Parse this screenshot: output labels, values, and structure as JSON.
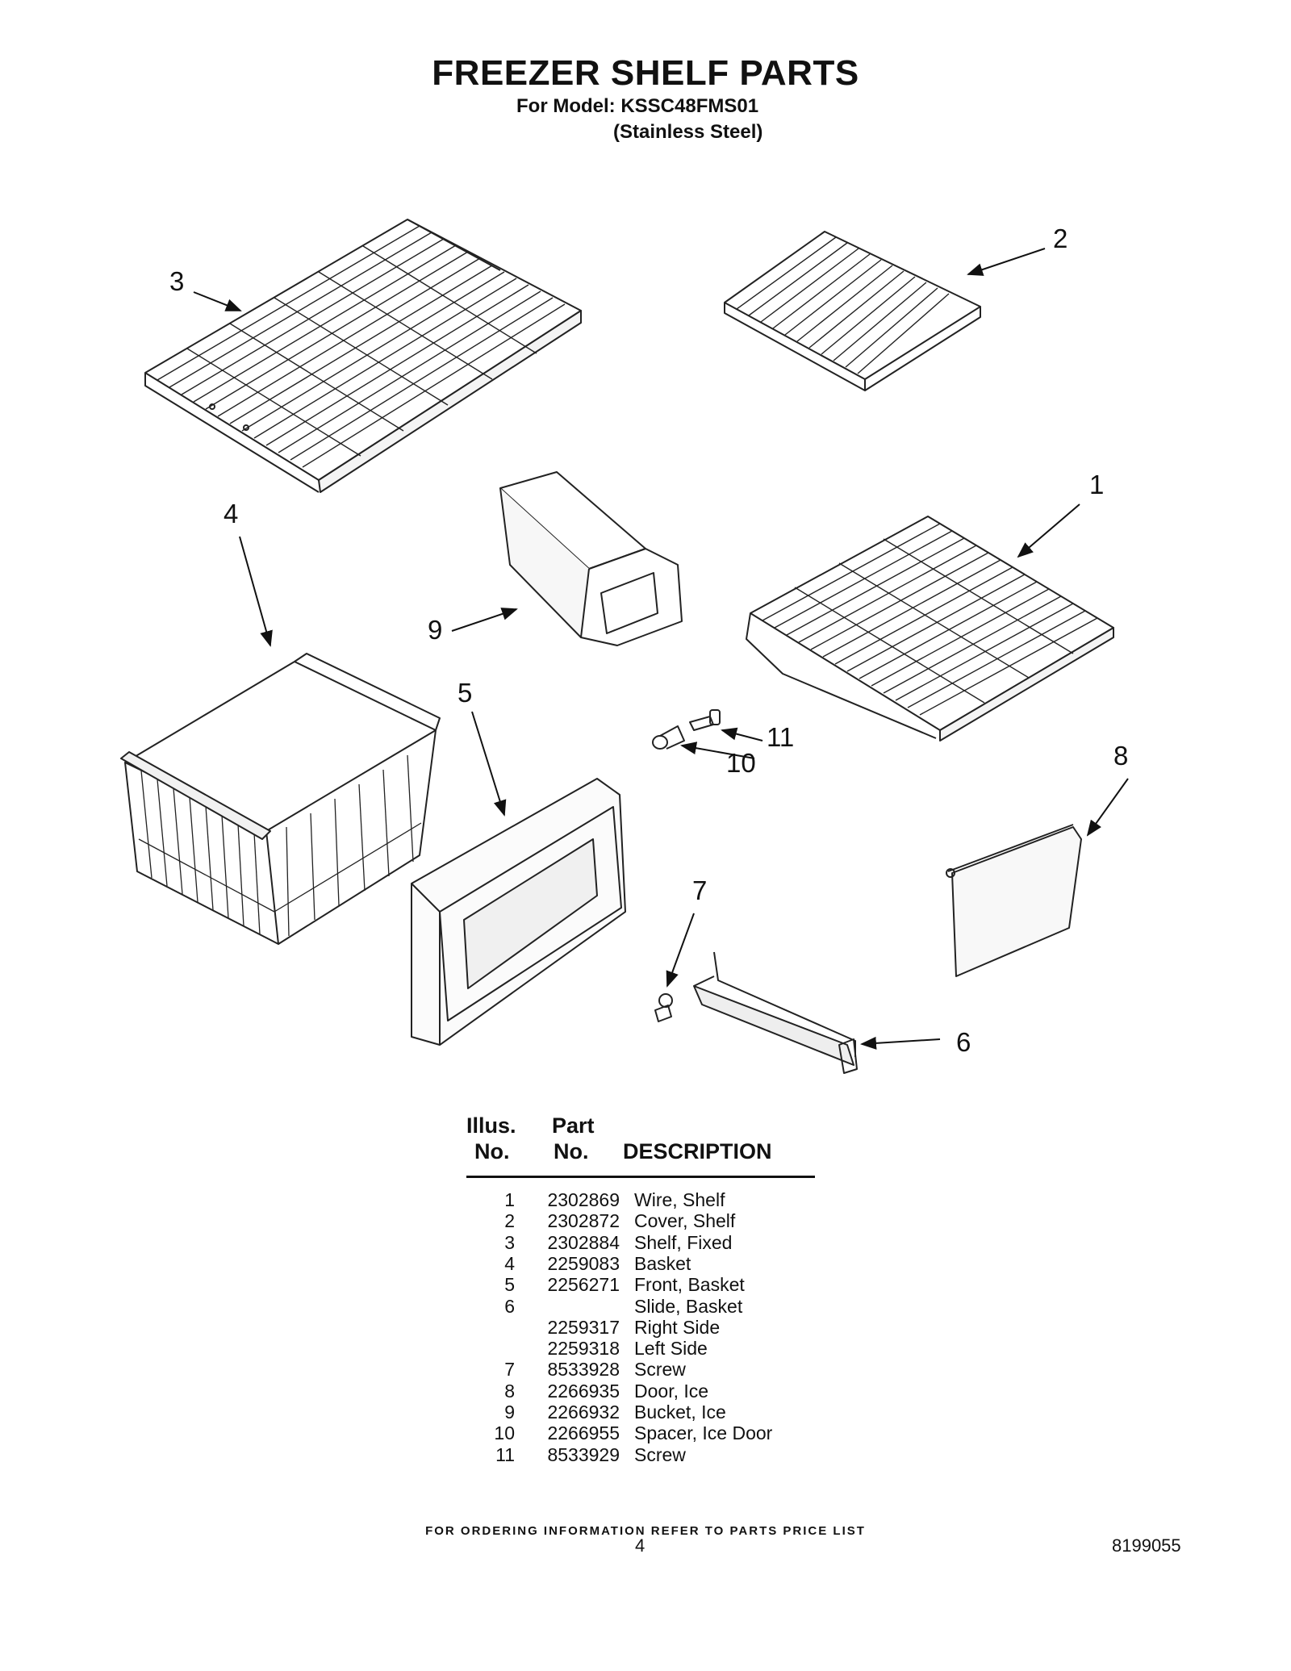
{
  "header": {
    "title": "FREEZER SHELF PARTS",
    "model_line": "For Model: KSSC48FMS01",
    "finish_line": "(Stainless Steel)"
  },
  "callouts": {
    "c1": "1",
    "c2": "2",
    "c3": "3",
    "c4": "4",
    "c5": "5",
    "c6": "6",
    "c7": "7",
    "c8": "8",
    "c9": "9",
    "c10": "10",
    "c11": "11"
  },
  "table": {
    "col_illus_1": "Illus.",
    "col_illus_2": "No.",
    "col_part_1": "Part",
    "col_part_2": "No.",
    "col_desc": "DESCRIPTION",
    "rows": [
      {
        "no": "1",
        "part": "2302869",
        "desc": "Wire, Shelf"
      },
      {
        "no": "2",
        "part": "2302872",
        "desc": "Cover, Shelf"
      },
      {
        "no": "3",
        "part": "2302884",
        "desc": "Shelf, Fixed"
      },
      {
        "no": "4",
        "part": "2259083",
        "desc": "Basket"
      },
      {
        "no": "5",
        "part": "2256271",
        "desc": "Front, Basket"
      },
      {
        "no": "6",
        "part": "",
        "desc": "Slide, Basket"
      },
      {
        "no": "",
        "part": "2259317",
        "desc": "Right Side"
      },
      {
        "no": "",
        "part": "2259318",
        "desc": "Left Side"
      },
      {
        "no": "7",
        "part": "8533928",
        "desc": "Screw"
      },
      {
        "no": "8",
        "part": "2266935",
        "desc": "Door, Ice"
      },
      {
        "no": "9",
        "part": "2266932",
        "desc": "Bucket, Ice"
      },
      {
        "no": "10",
        "part": "2266955",
        "desc": "Spacer, Ice Door"
      },
      {
        "no": "11",
        "part": "8533929",
        "desc": "Screw"
      }
    ]
  },
  "footer": {
    "ordering_note": "FOR ORDERING INFORMATION REFER TO PARTS PRICE LIST",
    "page_number": "4",
    "document_number": "8199055"
  }
}
